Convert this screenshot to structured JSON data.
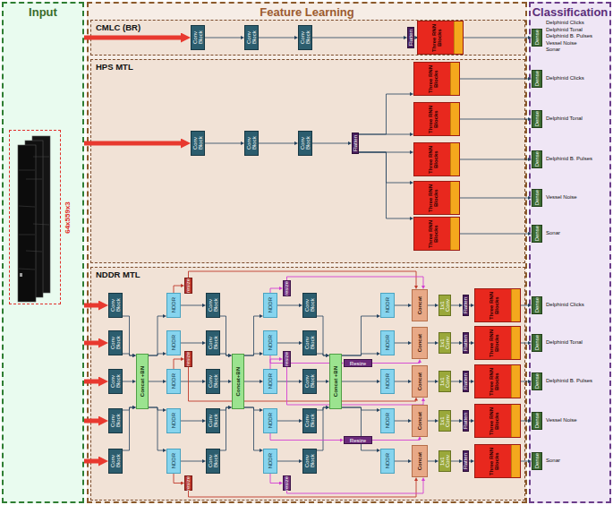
{
  "diagram": {
    "nodes": [
      {
        "text": [
          "Input"
        ]
      },
      {
        "text": [
          "Feature Learning"
        ]
      },
      {
        "text": [
          "Classification"
        ]
      },
      {
        "text": [
          "CMLC (BR)"
        ],
        "in": 1
      },
      {
        "text": [
          "HPS MTL"
        ],
        "in": 1
      },
      {
        "text": [
          "NDDR MTL"
        ],
        "in": 1
      },
      {
        "text": [
          "64x559x3"
        ],
        "in": 0
      },
      {
        "text": [
          "Conv Block"
        ],
        "in": 3
      },
      {
        "text": [
          "Conv Block"
        ],
        "in": 3
      },
      {
        "text": [
          "Conv Block"
        ],
        "in": 3
      },
      {
        "text": [
          "Flatten"
        ],
        "in": 3
      },
      {
        "text": [
          "Three RNN Blocks"
        ],
        "in": 3
      },
      {
        "text": [
          "Dense"
        ],
        "in": 2
      },
      {
        "text": [
          "Conv Block"
        ],
        "in": 4
      },
      {
        "text": [
          "Conv Block"
        ],
        "in": 4
      },
      {
        "text": [
          "Conv Block"
        ],
        "in": 4
      },
      {
        "text": [
          "Flatten"
        ],
        "in": 4
      },
      {
        "text": [
          "Three RNN Blocks"
        ],
        "in": 4
      },
      {
        "text": [
          "Three RNN Blocks"
        ],
        "in": 4
      },
      {
        "text": [
          "Three RNN Blocks"
        ],
        "in": 4
      },
      {
        "text": [
          "Three RNN Blocks"
        ],
        "in": 4
      },
      {
        "text": [
          "Three RNN Blocks"
        ],
        "in": 4
      },
      {
        "text": [
          "Dense"
        ],
        "in": 2
      },
      {
        "text": [
          "Dense"
        ],
        "in": 2
      },
      {
        "text": [
          "Dense"
        ],
        "in": 2
      },
      {
        "text": [
          "Dense"
        ],
        "in": 2
      },
      {
        "text": [
          "Dense"
        ],
        "in": 2
      },
      {
        "text": [
          "Conv Block"
        ],
        "in": 5
      },
      {
        "text": [
          "Conv Block"
        ],
        "in": 5
      },
      {
        "text": [
          "Conv Block"
        ],
        "in": 5
      },
      {
        "text": [
          "Conv Block"
        ],
        "in": 5
      },
      {
        "text": [
          "Conv Block"
        ],
        "in": 5
      },
      {
        "text": [
          "Concat +BN"
        ],
        "in": 5
      },
      {
        "text": [
          "NDDR"
        ],
        "in": 5
      },
      {
        "text": [
          "NDDR"
        ],
        "in": 5
      },
      {
        "text": [
          "NDDR"
        ],
        "in": 5
      },
      {
        "text": [
          "NDDR"
        ],
        "in": 5
      },
      {
        "text": [
          "NDDR"
        ],
        "in": 5
      },
      {
        "text": [
          "Conv Block"
        ],
        "in": 5
      },
      {
        "text": [
          "Conv Block"
        ],
        "in": 5
      },
      {
        "text": [
          "Conv Block"
        ],
        "in": 5
      },
      {
        "text": [
          "Conv Block"
        ],
        "in": 5
      },
      {
        "text": [
          "Conv Block"
        ],
        "in": 5
      },
      {
        "text": [
          "Concat+BN"
        ],
        "in": 5
      },
      {
        "text": [
          "NDDR"
        ],
        "in": 5
      },
      {
        "text": [
          "NDDR"
        ],
        "in": 5
      },
      {
        "text": [
          "NDDR"
        ],
        "in": 5
      },
      {
        "text": [
          "NDDR"
        ],
        "in": 5
      },
      {
        "text": [
          "NDDR"
        ],
        "in": 5
      },
      {
        "text": [
          "Conv Block"
        ],
        "in": 5
      },
      {
        "text": [
          "Conv Block"
        ],
        "in": 5
      },
      {
        "text": [
          "Conv Block"
        ],
        "in": 5
      },
      {
        "text": [
          "Conv Block"
        ],
        "in": 5
      },
      {
        "text": [
          "Conv Block"
        ],
        "in": 5
      },
      {
        "text": [
          "Concat +BN"
        ],
        "in": 5
      },
      {
        "text": [
          "NDDR"
        ],
        "in": 5
      },
      {
        "text": [
          "NDDR"
        ],
        "in": 5
      },
      {
        "text": [
          "NDDR"
        ],
        "in": 5
      },
      {
        "text": [
          "NDDR"
        ],
        "in": 5
      },
      {
        "text": [
          "NDDR"
        ],
        "in": 5
      },
      {
        "text": [
          "Concat"
        ],
        "in": 5
      },
      {
        "text": [
          "Concat"
        ],
        "in": 5
      },
      {
        "text": [
          "Concat"
        ],
        "in": 5
      },
      {
        "text": [
          "Concat"
        ],
        "in": 5
      },
      {
        "text": [
          "Concat"
        ],
        "in": 5
      },
      {
        "text": [
          "1x1 Conv"
        ],
        "in": 5
      },
      {
        "text": [
          "1x1 Conv"
        ],
        "in": 5
      },
      {
        "text": [
          "1x1 Conv"
        ],
        "in": 5
      },
      {
        "text": [
          "1x1 Conv"
        ],
        "in": 5
      },
      {
        "text": [
          "1x1 Conv"
        ],
        "in": 5
      },
      {
        "text": [
          "Flatten"
        ],
        "in": 5
      },
      {
        "text": [
          "Flatten"
        ],
        "in": 5
      },
      {
        "text": [
          "Flatten"
        ],
        "in": 5
      },
      {
        "text": [
          "Flatten"
        ],
        "in": 5
      },
      {
        "text": [
          "Flatten"
        ],
        "in": 5
      },
      {
        "text": [
          "Three RNN Blocks"
        ],
        "in": 5
      },
      {
        "text": [
          "Three RNN Blocks"
        ],
        "in": 5
      },
      {
        "text": [
          "Three RNN Blocks"
        ],
        "in": 5
      },
      {
        "text": [
          "Three RNN Blocks"
        ],
        "in": 5
      },
      {
        "text": [
          "Three RNN Blocks"
        ],
        "in": 5
      },
      {
        "text": [
          "Dense"
        ],
        "in": 2
      },
      {
        "text": [
          "Dense"
        ],
        "in": 2
      },
      {
        "text": [
          "Dense"
        ],
        "in": 2
      },
      {
        "text": [
          "Dense"
        ],
        "in": 2
      },
      {
        "text": [
          "Dense"
        ],
        "in": 2
      },
      {
        "text": [
          "resize"
        ],
        "in": 5
      },
      {
        "text": [
          "resize"
        ],
        "in": 5
      },
      {
        "text": [
          "resize"
        ],
        "in": 5
      },
      {
        "text": [
          "resize"
        ],
        "in": 5
      },
      {
        "text": [
          "resize"
        ],
        "in": 5
      },
      {
        "text": [
          "resize"
        ],
        "in": 5
      },
      {
        "text": [
          "Resize"
        ],
        "in": 5
      },
      {
        "text": [
          "Resize"
        ],
        "in": 5
      }
    ],
    "edges": [
      {
        "from": 0,
        "to": 7,
        "arrow": "to"
      },
      {
        "from": 7,
        "to": 8,
        "arrow": "to"
      },
      {
        "from": 8,
        "to": 9,
        "arrow": "to"
      },
      {
        "from": 9,
        "to": 10,
        "arrow": "to"
      },
      {
        "from": 10,
        "to": 11,
        "arrow": "to"
      },
      {
        "from": 11,
        "to": 12,
        "arrow": "to"
      },
      {
        "from": 0,
        "to": 13,
        "arrow": "to"
      },
      {
        "from": 13,
        "to": 14,
        "arrow": "to"
      },
      {
        "from": 14,
        "to": 15,
        "arrow": "to"
      },
      {
        "from": 15,
        "to": 16,
        "arrow": "to"
      },
      {
        "from": 16,
        "to": 17,
        "arrow": "to"
      },
      {
        "from": 16,
        "to": 18,
        "arrow": "to"
      },
      {
        "from": 16,
        "to": 19,
        "arrow": "to"
      },
      {
        "from": 16,
        "to": 20,
        "arrow": "to"
      },
      {
        "from": 16,
        "to": 21,
        "arrow": "to"
      },
      {
        "from": 17,
        "to": 22,
        "arrow": "to"
      },
      {
        "from": 18,
        "to": 23,
        "arrow": "to"
      },
      {
        "from": 19,
        "to": 24,
        "arrow": "to"
      },
      {
        "from": 20,
        "to": 25,
        "arrow": "to"
      },
      {
        "from": 21,
        "to": 26,
        "arrow": "to"
      },
      {
        "from": 0,
        "to": 27,
        "arrow": "to"
      },
      {
        "from": 0,
        "to": 28,
        "arrow": "to"
      },
      {
        "from": 0,
        "to": 29,
        "arrow": "to"
      },
      {
        "from": 0,
        "to": 30,
        "arrow": "to"
      },
      {
        "from": 0,
        "to": 31,
        "arrow": "to"
      },
      {
        "from": 27,
        "to": 32,
        "arrow": "to"
      },
      {
        "from": 28,
        "to": 32,
        "arrow": "to"
      },
      {
        "from": 29,
        "to": 32,
        "arrow": "to"
      },
      {
        "from": 30,
        "to": 32,
        "arrow": "to"
      },
      {
        "from": 31,
        "to": 32,
        "arrow": "to"
      },
      {
        "from": 32,
        "to": 33,
        "arrow": "to"
      },
      {
        "from": 32,
        "to": 34,
        "arrow": "to"
      },
      {
        "from": 32,
        "to": 35,
        "arrow": "to"
      },
      {
        "from": 32,
        "to": 36,
        "arrow": "to"
      },
      {
        "from": 32,
        "to": 37,
        "arrow": "to"
      },
      {
        "from": 33,
        "to": 38,
        "arrow": "to"
      },
      {
        "from": 34,
        "to": 39,
        "arrow": "to"
      },
      {
        "from": 35,
        "to": 40,
        "arrow": "to"
      },
      {
        "from": 36,
        "to": 41,
        "arrow": "to"
      },
      {
        "from": 37,
        "to": 42,
        "arrow": "to"
      },
      {
        "from": 38,
        "to": 43,
        "arrow": "to"
      },
      {
        "from": 39,
        "to": 43,
        "arrow": "to"
      },
      {
        "from": 40,
        "to": 43,
        "arrow": "to"
      },
      {
        "from": 41,
        "to": 43,
        "arrow": "to"
      },
      {
        "from": 42,
        "to": 43,
        "arrow": "to"
      },
      {
        "from": 43,
        "to": 44,
        "arrow": "to"
      },
      {
        "from": 43,
        "to": 45,
        "arrow": "to"
      },
      {
        "from": 43,
        "to": 46,
        "arrow": "to"
      },
      {
        "from": 43,
        "to": 47,
        "arrow": "to"
      },
      {
        "from": 43,
        "to": 48,
        "arrow": "to"
      },
      {
        "from": 44,
        "to": 49,
        "arrow": "to"
      },
      {
        "from": 45,
        "to": 50,
        "arrow": "to"
      },
      {
        "from": 46,
        "to": 51,
        "arrow": "to"
      },
      {
        "from": 47,
        "to": 52,
        "arrow": "to"
      },
      {
        "from": 48,
        "to": 53,
        "arrow": "to"
      },
      {
        "from": 49,
        "to": 54,
        "arrow": "to"
      },
      {
        "from": 50,
        "to": 54,
        "arrow": "to"
      },
      {
        "from": 51,
        "to": 54,
        "arrow": "to"
      },
      {
        "from": 52,
        "to": 54,
        "arrow": "to"
      },
      {
        "from": 53,
        "to": 54,
        "arrow": "to"
      },
      {
        "from": 54,
        "to": 55,
        "arrow": "to"
      },
      {
        "from": 54,
        "to": 56,
        "arrow": "to"
      },
      {
        "from": 54,
        "to": 57,
        "arrow": "to"
      },
      {
        "from": 54,
        "to": 58,
        "arrow": "to"
      },
      {
        "from": 54,
        "to": 59,
        "arrow": "to"
      },
      {
        "from": 55,
        "to": 60,
        "arrow": "to"
      },
      {
        "from": 56,
        "to": 61,
        "arrow": "to"
      },
      {
        "from": 57,
        "to": 62,
        "arrow": "to"
      },
      {
        "from": 58,
        "to": 63,
        "arrow": "to"
      },
      {
        "from": 59,
        "to": 64,
        "arrow": "to"
      },
      {
        "from": 60,
        "to": 65,
        "arrow": "to"
      },
      {
        "from": 61,
        "to": 66,
        "arrow": "to"
      },
      {
        "from": 62,
        "to": 67,
        "arrow": "to"
      },
      {
        "from": 63,
        "to": 68,
        "arrow": "to"
      },
      {
        "from": 64,
        "to": 69,
        "arrow": "to"
      },
      {
        "from": 65,
        "to": 70,
        "arrow": "to"
      },
      {
        "from": 66,
        "to": 71,
        "arrow": "to"
      },
      {
        "from": 67,
        "to": 72,
        "arrow": "to"
      },
      {
        "from": 68,
        "to": 73,
        "arrow": "to"
      },
      {
        "from": 69,
        "to": 74,
        "arrow": "to"
      },
      {
        "from": 70,
        "to": 75,
        "arrow": "to"
      },
      {
        "from": 71,
        "to": 76,
        "arrow": "to"
      },
      {
        "from": 72,
        "to": 77,
        "arrow": "to"
      },
      {
        "from": 73,
        "to": 78,
        "arrow": "to"
      },
      {
        "from": 74,
        "to": 79,
        "arrow": "to"
      },
      {
        "from": 75,
        "to": 80,
        "arrow": "to"
      },
      {
        "from": 76,
        "to": 81,
        "arrow": "to"
      },
      {
        "from": 77,
        "to": 82,
        "arrow": "to"
      },
      {
        "from": 78,
        "to": 83,
        "arrow": "to"
      },
      {
        "from": 79,
        "to": 84,
        "arrow": "to"
      },
      {
        "from": 33,
        "to": 85,
        "arrow": "to"
      },
      {
        "from": 35,
        "to": 86,
        "arrow": "to"
      },
      {
        "from": 37,
        "to": 87,
        "arrow": "to"
      },
      {
        "from": 85,
        "to": 60,
        "arrow": "to"
      },
      {
        "from": 86,
        "to": 62,
        "arrow": "to"
      },
      {
        "from": 87,
        "to": 64,
        "arrow": "to"
      },
      {
        "from": 44,
        "to": 88,
        "arrow": "to"
      },
      {
        "from": 46,
        "to": 89,
        "arrow": "to"
      },
      {
        "from": 48,
        "to": 90,
        "arrow": "to"
      },
      {
        "from": 88,
        "to": 60,
        "arrow": "to"
      },
      {
        "from": 89,
        "to": 62,
        "arrow": "to"
      },
      {
        "from": 90,
        "to": 64,
        "arrow": "to"
      },
      {
        "from": 45,
        "to": 91,
        "arrow": "to"
      },
      {
        "from": 47,
        "to": 92,
        "arrow": "to"
      },
      {
        "from": 91,
        "to": 61,
        "arrow": "to"
      },
      {
        "from": 92,
        "to": 63,
        "arrow": "to"
      }
    ],
    "labels": [
      "Delphinid Clicks",
      "Delphinid Tonal",
      "Delphinid B. Pulses",
      "Vessel Noise",
      "Sonar",
      "Delphinid Clicks",
      "Delphinid Tonal",
      "Delphinid B. Pulses",
      "Vessel Noise",
      "Sonar",
      "Delphinid Clicks",
      "Delphinid Tonal",
      "Delphinid B. Pulses",
      "Vessel Noise",
      "Sonar"
    ]
  }
}
